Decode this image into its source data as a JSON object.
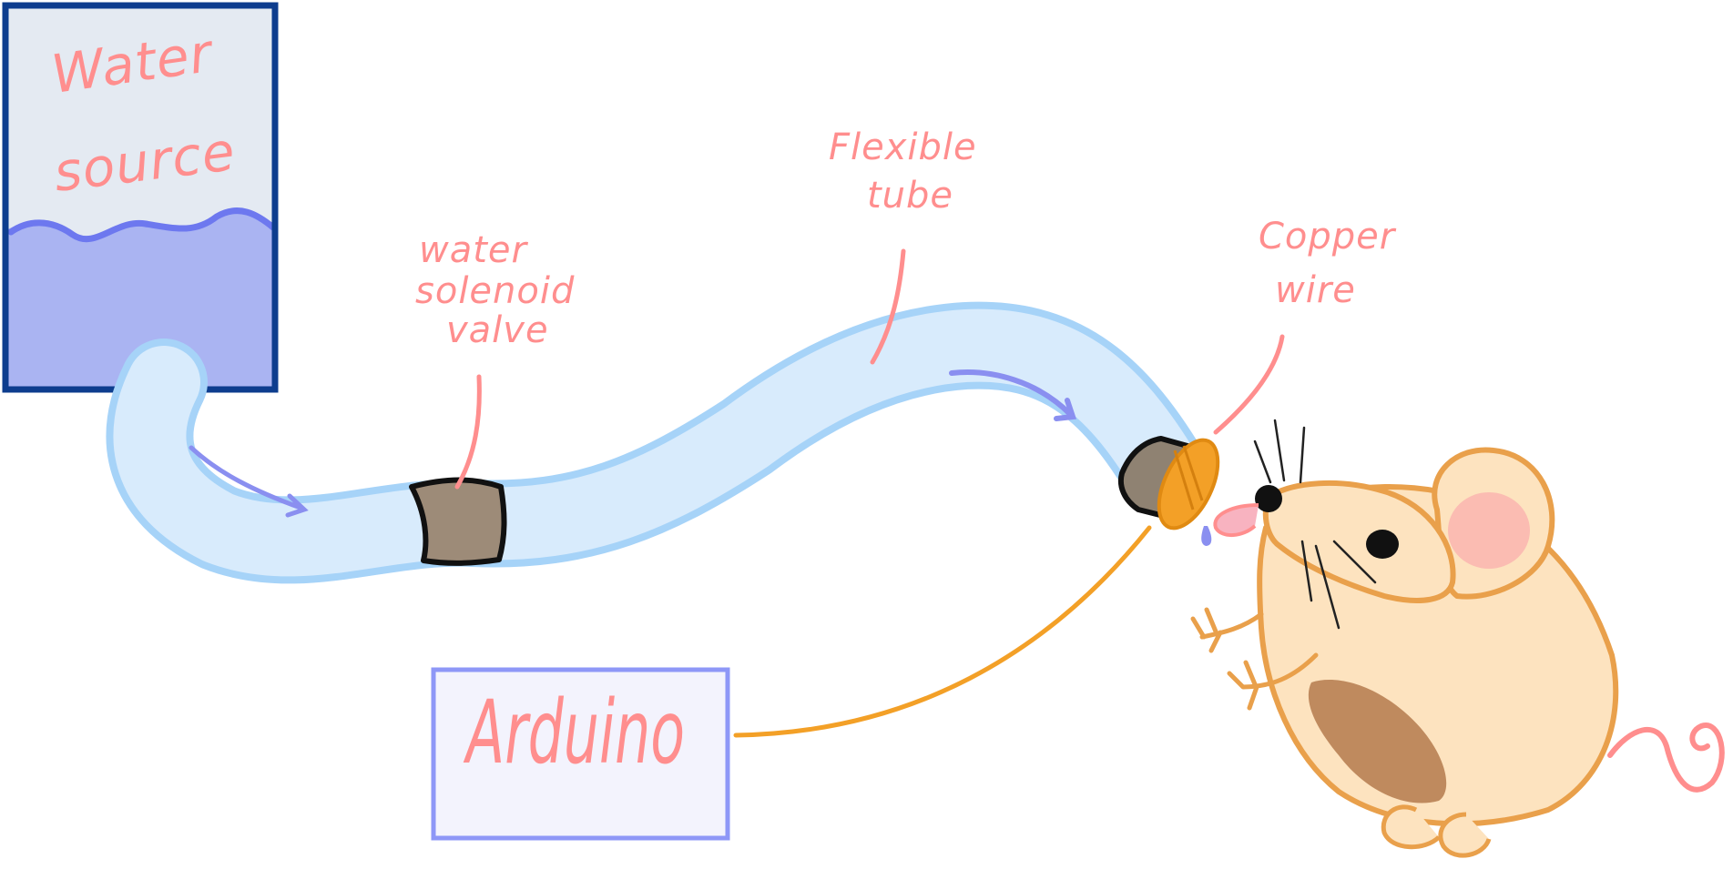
{
  "labels": {
    "water_source_line1": "Water",
    "water_source_line2": "source",
    "valve_line1": "water",
    "valve_line2": "solenoid",
    "valve_line3": "valve",
    "tube_line1": "Flexible",
    "tube_line2": "tube",
    "wire_line1": "Copper",
    "wire_line2": "wire",
    "arduino": "Arduino"
  },
  "colors": {
    "label": "#ff8e8e",
    "tank_border": "#0d3d8e",
    "tank_fill": "#e4eaf2",
    "water": "#aab4f2",
    "water_line": "#6d78ef",
    "tube_fill": "#d8ebfc",
    "tube_edge": "#a6d3f8",
    "flow_arrow": "#8a8ff0",
    "valve": "#9d8b78",
    "copper": "#f3a027",
    "arduino_border": "#8e97f7",
    "arduino_fill": "#f3f3fd",
    "mouse_body": "#fde3bf",
    "mouse_outline": "#e9a04b",
    "mouse_ear_inner": "#fbbcb2",
    "mouse_patch": "#bf8a5e",
    "mouse_tail": "#ff8e8e"
  },
  "icons": {
    "tank": "water-tank-icon",
    "valve": "solenoid-valve-icon",
    "mouse": "mouse-icon",
    "arduino": "arduino-board-box"
  }
}
